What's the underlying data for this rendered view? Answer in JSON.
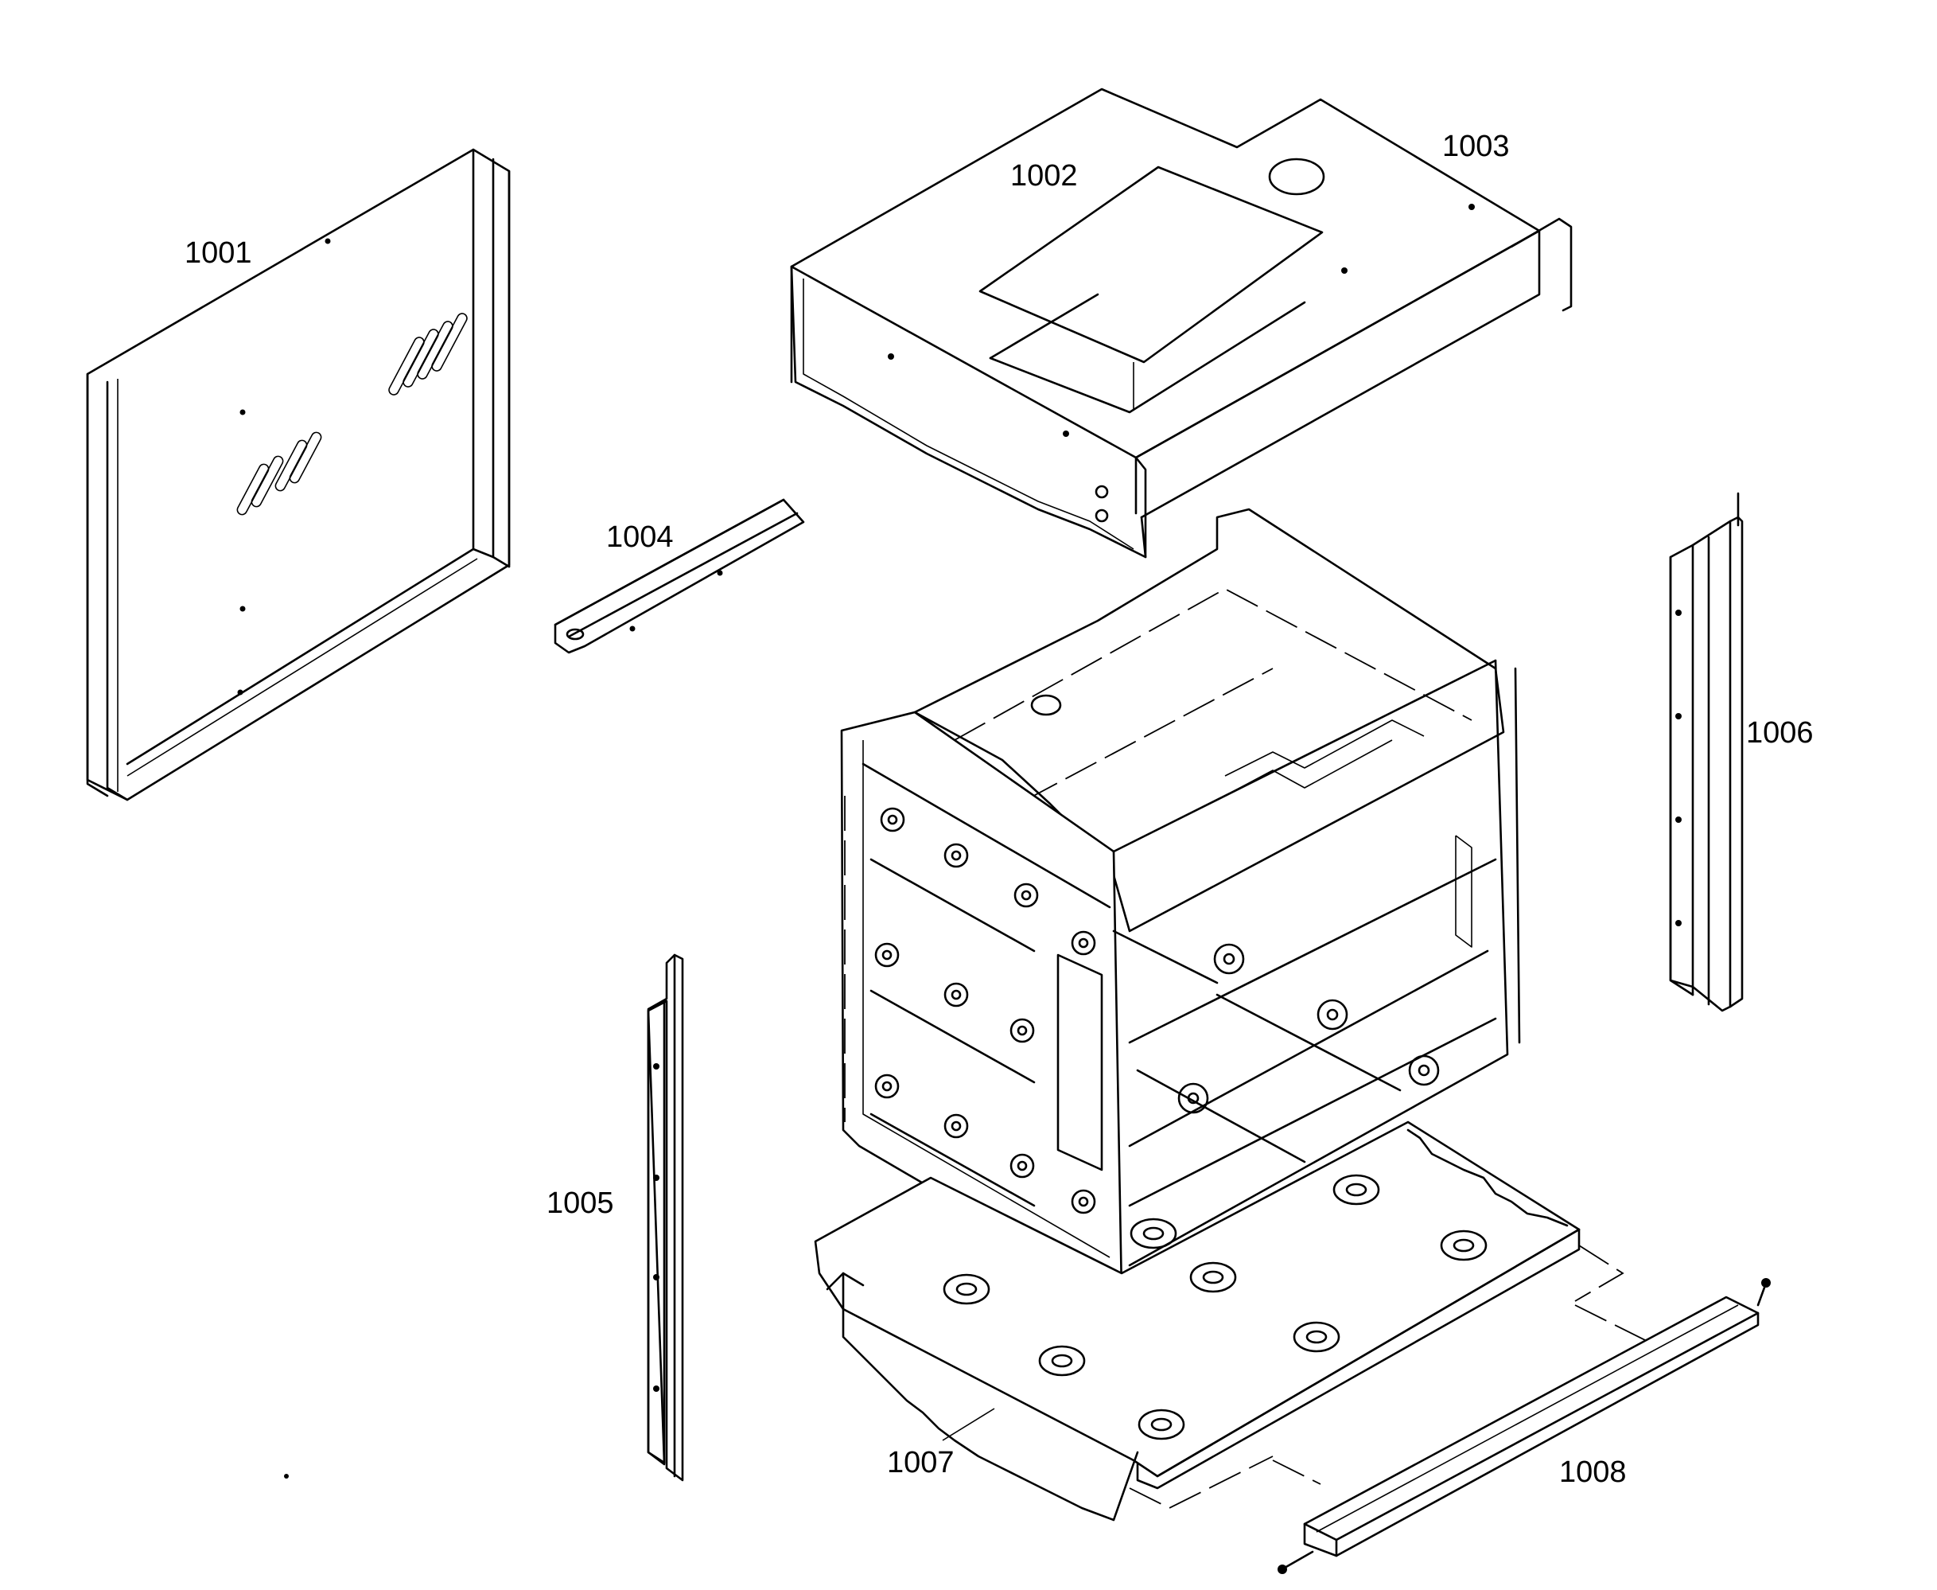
{
  "diagram": {
    "parts": [
      {
        "id": "1001",
        "label": "1001"
      },
      {
        "id": "1002",
        "label": "1002"
      },
      {
        "id": "1003",
        "label": "1003"
      },
      {
        "id": "1004",
        "label": "1004"
      },
      {
        "id": "1005",
        "label": "1005"
      },
      {
        "id": "1006",
        "label": "1006"
      },
      {
        "id": "1007",
        "label": "1007"
      },
      {
        "id": "1008",
        "label": "1008"
      }
    ]
  }
}
